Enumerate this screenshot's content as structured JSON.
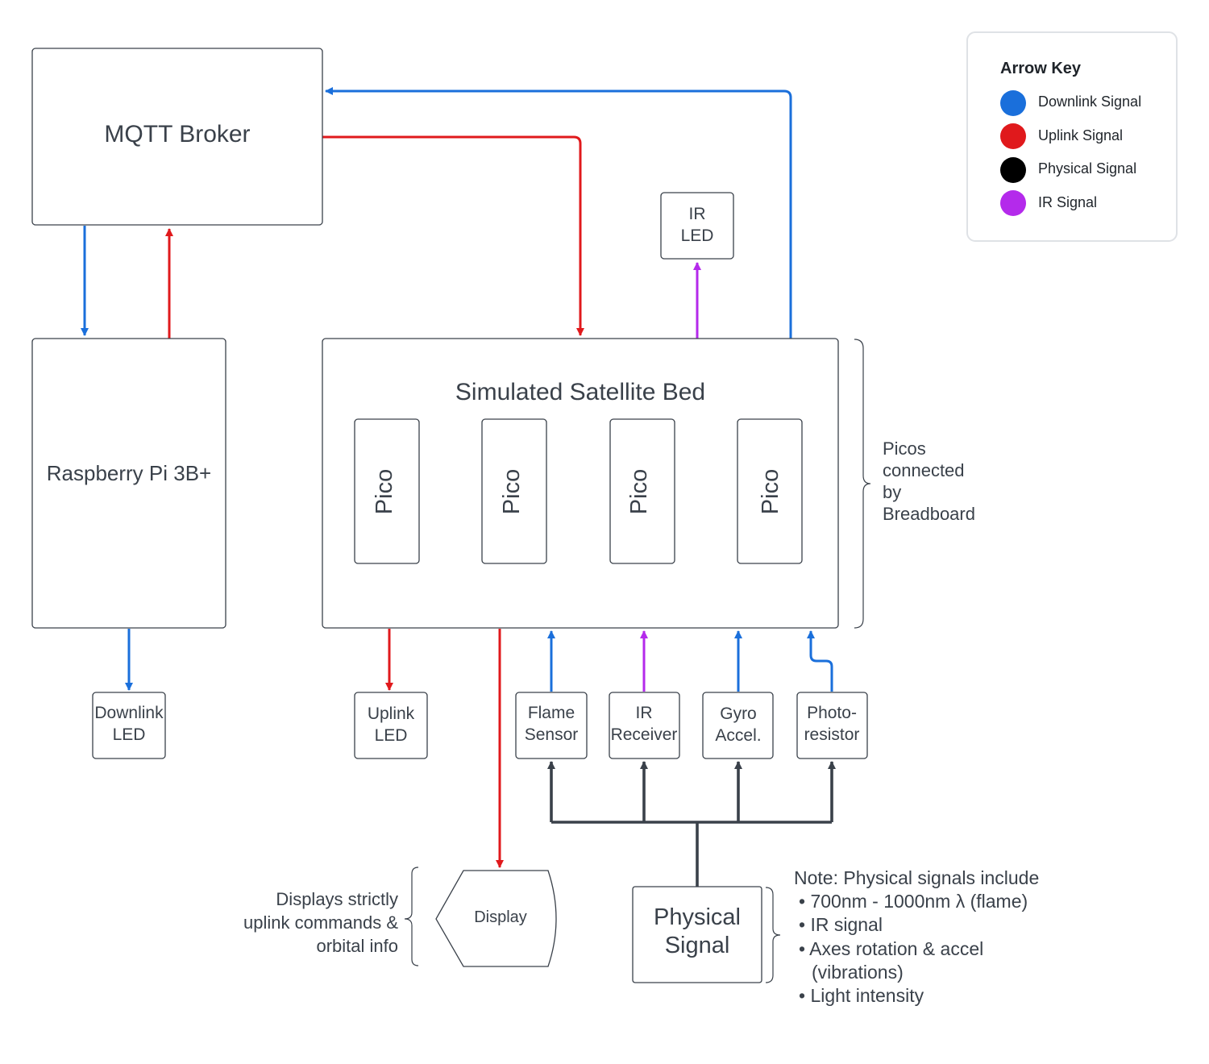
{
  "colors": {
    "downlink": "#1a6fdb",
    "uplink": "#e0191c",
    "physical": "#000000",
    "ir": "#b42aeb",
    "physical_wire": "#3a414a"
  },
  "legend": {
    "title": "Arrow Key",
    "items": [
      {
        "label": "Downlink Signal",
        "color": "#1a6fdb"
      },
      {
        "label": "Uplink Signal",
        "color": "#e0191c"
      },
      {
        "label": "Physical Signal",
        "color": "#000000"
      },
      {
        "label": "IR Signal",
        "color": "#b42aeb"
      }
    ]
  },
  "nodes": {
    "mqtt_broker": "MQTT Broker",
    "raspberry_pi": "Raspberry Pi 3B+",
    "satellite_bed": "Simulated Satellite Bed",
    "pico_1": "Pico",
    "pico_2": "Pico",
    "pico_3": "Pico",
    "pico_4": "Pico",
    "ir_led": [
      "IR",
      "LED"
    ],
    "downlink_led": [
      "Downlink",
      "LED"
    ],
    "uplink_led": [
      "Uplink",
      "LED"
    ],
    "flame_sensor": [
      "Flame",
      "Sensor"
    ],
    "ir_receiver": [
      "IR",
      "Receiver"
    ],
    "gyro_accel": [
      "Gyro",
      "Accel."
    ],
    "photoresistor": [
      "Photo-",
      "resistor"
    ],
    "display": "Display",
    "physical_signal": [
      "Physical",
      "Signal"
    ]
  },
  "annotations": {
    "picos_note": [
      "Picos",
      "connected",
      "by",
      "Breadboard"
    ],
    "display_note": [
      "Displays strictly",
      "uplink commands &",
      "orbital info"
    ],
    "physical_note": [
      "Note: Physical signals include",
      "• 700nm - 1000nm λ (flame)",
      "• IR signal",
      "• Axes rotation & accel",
      "(vibrations)",
      "• Light intensity"
    ]
  }
}
